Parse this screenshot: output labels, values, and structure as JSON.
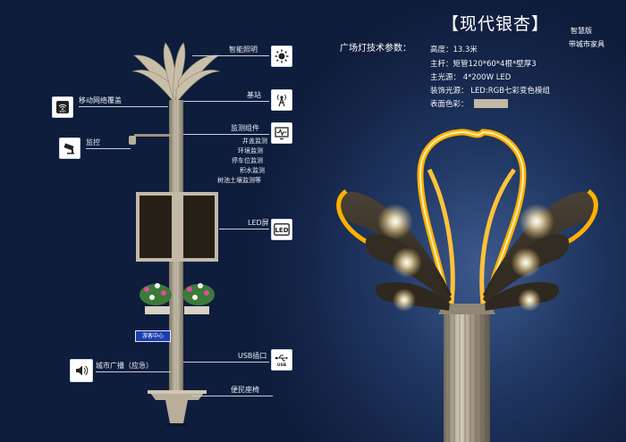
{
  "header": {
    "title": "【现代银杏】",
    "edition": "智慧版",
    "brand": "带城市家具"
  },
  "specs": {
    "heading": "广场灯技术参数：",
    "height": "高度：13.3米",
    "pole": "主杆：矩管120*60*4根*壁厚3",
    "light": "主光源： 4*200W LED",
    "deco": "装饰光源： LED:RGB七彩变色模组",
    "color_label": "表面色彩：",
    "surface_color": "#c2b9a6"
  },
  "features": {
    "smart_lighting": "智能照明",
    "base_station": "基站",
    "monitor_module": "监测组件",
    "monitor_items": [
      "井盖监测",
      "环境监测",
      "停车位监测",
      "积水监测",
      "树池土壤监测等"
    ],
    "led_screen": "LED屏",
    "usb": "USB插口",
    "bench": "便民座椅",
    "wifi": "移动网络覆盖",
    "cctv": "监控",
    "broadcast": "城市广播（应急）"
  },
  "signs": {
    "visitor_center": "游客中心"
  },
  "icons": {
    "sun": "sun-icon",
    "tower": "signal-tower-icon",
    "monitor": "heartbeat-monitor-icon",
    "led": "led-screen-icon",
    "usb": "usb-icon",
    "wifi": "wifi-icon",
    "camera": "cctv-camera-icon",
    "speaker": "speaker-icon"
  },
  "colors": {
    "background": "#1b2d52",
    "glow": "#ffb400",
    "pole": "#a89f8d"
  }
}
